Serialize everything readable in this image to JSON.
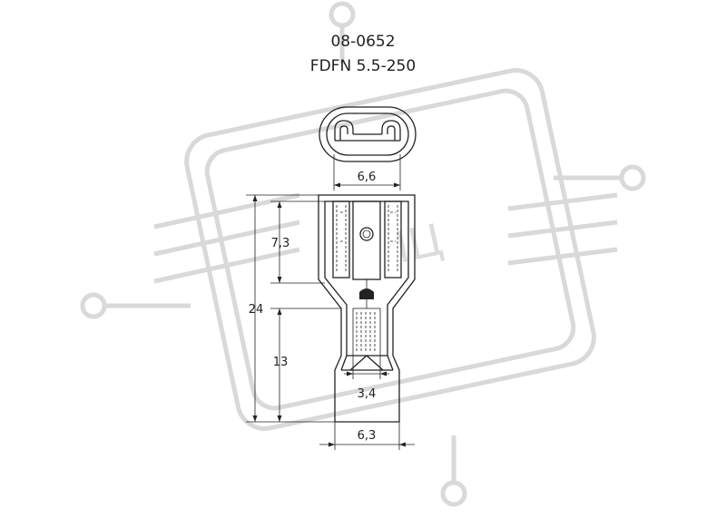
{
  "title": {
    "code": "08-0652",
    "model": "FDFN 5.5-250"
  },
  "dimensions": {
    "width_top": "6,6",
    "total_height": "24",
    "upper_height": "7,3",
    "lower_height": "13",
    "inner_width": "3,4",
    "bottom_width": "6,3"
  },
  "colors": {
    "line": "#222222",
    "watermark": "#d9d9d9"
  }
}
